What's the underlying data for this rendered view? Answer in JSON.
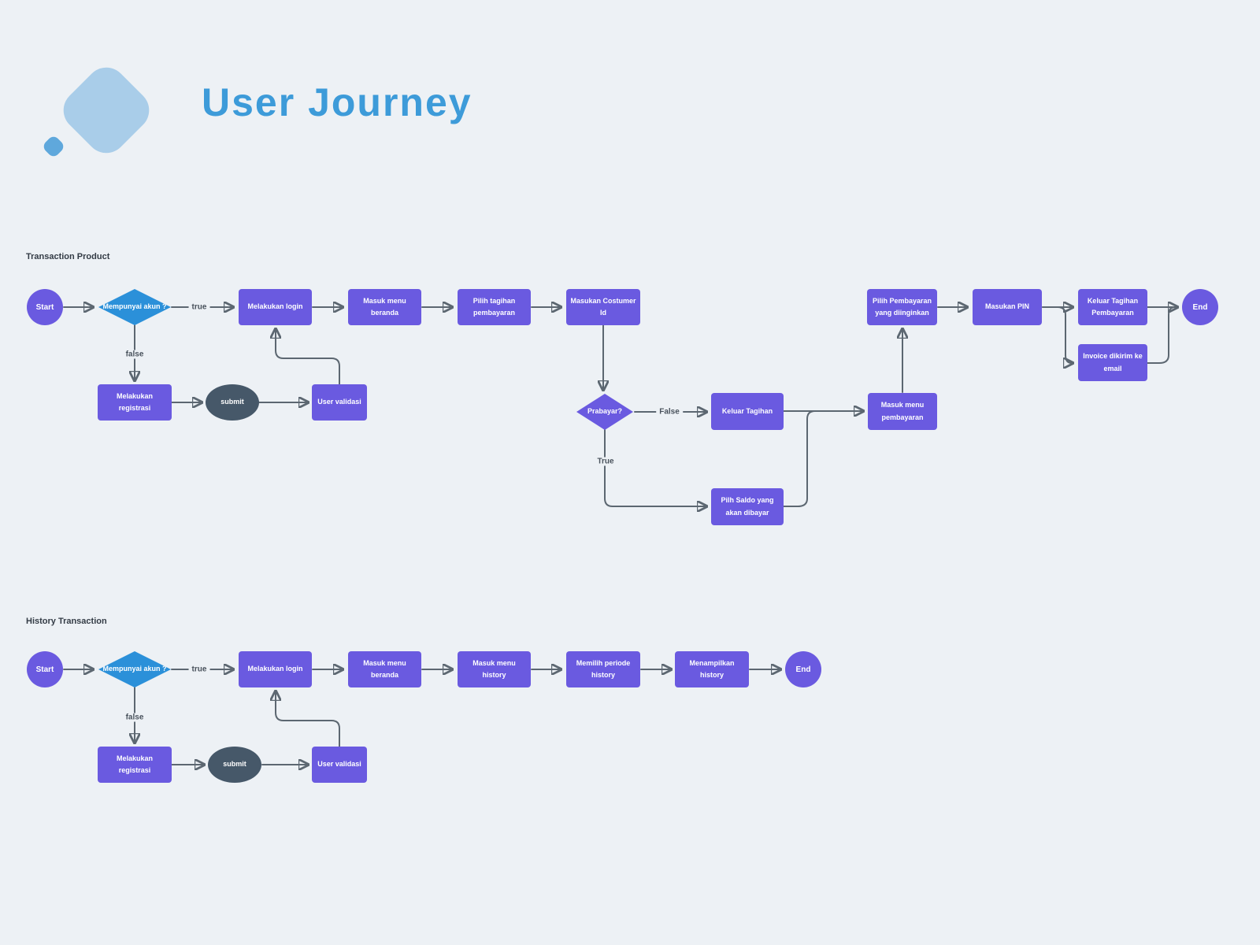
{
  "header": {
    "title": "User Journey"
  },
  "colors": {
    "background": "#EDF1F5",
    "node": "#6A5AE0",
    "decision_blue": "#2B90D9",
    "submit_dark": "#465869",
    "connector": "#5C6771",
    "title_blue": "#3D9BD9",
    "logo_primary": "#A9CDE9",
    "logo_accent": "#5FA8DC"
  },
  "sections": {
    "transaction": {
      "title": "Transaction Product",
      "nodes": {
        "start": "Start",
        "has_account": "Mempunyai akun ?",
        "login": "Melakukan login",
        "beranda": "Masuk menu beranda",
        "pilih_tagihan": "Pilih tagihan pembayaran",
        "costumer_id": "Masukan Costumer Id",
        "registrasi": "Melakukan registrasi",
        "submit": "submit",
        "user_validasi": "User validasi",
        "prabayar": "Prabayar?",
        "keluar_tagihan": "Keluar Tagihan",
        "pilih_saldo": "Pilh Saldo yang akan dibayar",
        "masuk_pembayaran": "Masuk menu pembayaran",
        "pilih_pembayaran": "Pilih Pembayaran yang diinginkan",
        "masukan_pin": "Masukan PIN",
        "keluar_tagihan_pembayaran": "Keluar Tagihan Pembayaran",
        "invoice": "Invoice dikirim ke email",
        "end": "End"
      },
      "edge_labels": {
        "true": "true",
        "false": "false",
        "prabayar_false": "False",
        "prabayar_true": "True"
      }
    },
    "history": {
      "title": "History Transaction",
      "nodes": {
        "start": "Start",
        "has_account": "Mempunyai akun ?",
        "login": "Melakukan login",
        "beranda": "Masuk menu beranda",
        "history_menu": "Masuk menu history",
        "periode": "Memilih periode history",
        "menampilkan": "Menampilkan history",
        "registrasi": "Melakukan registrasi",
        "submit": "submit",
        "user_validasi": "User validasi",
        "end": "End"
      },
      "edge_labels": {
        "true": "true",
        "false": "false"
      }
    }
  }
}
